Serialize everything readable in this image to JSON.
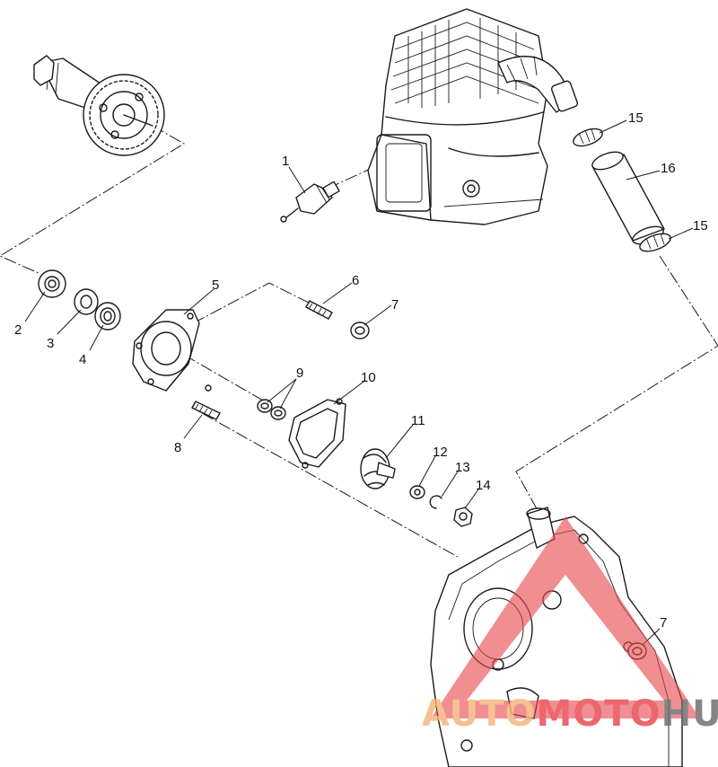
{
  "callouts": [
    {
      "id": "c1",
      "text": "1"
    },
    {
      "id": "c2",
      "text": "2"
    },
    {
      "id": "c3",
      "text": "3"
    },
    {
      "id": "c4",
      "text": "4"
    },
    {
      "id": "c5",
      "text": "5"
    },
    {
      "id": "c6",
      "text": "6"
    },
    {
      "id": "c7a",
      "text": "7"
    },
    {
      "id": "c7b",
      "text": "7"
    },
    {
      "id": "c8",
      "text": "8"
    },
    {
      "id": "c9",
      "text": "9"
    },
    {
      "id": "c10",
      "text": "10"
    },
    {
      "id": "c11",
      "text": "11"
    },
    {
      "id": "c12",
      "text": "12"
    },
    {
      "id": "c13",
      "text": "13"
    },
    {
      "id": "c14",
      "text": "14"
    },
    {
      "id": "c15a",
      "text": "15"
    },
    {
      "id": "c15b",
      "text": "15"
    },
    {
      "id": "c16",
      "text": "16"
    }
  ],
  "watermark": {
    "part1": "AUTO",
    "part2": "MOTO",
    "part3": "HUB",
    "colors": {
      "auto": "#f5b47a",
      "moto": "#e8474c",
      "hub": "#6b6b6b",
      "triangle": "#e8474c"
    }
  }
}
